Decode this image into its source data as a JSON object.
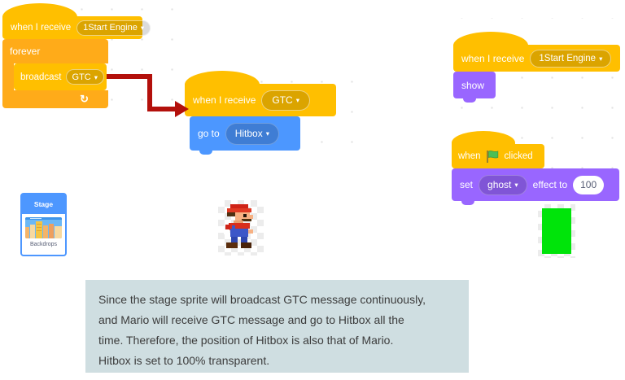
{
  "ui": {
    "caret": "▾",
    "loop_icon": "↻"
  },
  "colors": {
    "events_yellow": "#FFBF00",
    "control_orange": "#FFAB19",
    "looks_purple": "#9966FF",
    "motion_blue": "#4C97FF",
    "flag_green": "#4CBF56",
    "arrow_red": "#B3100B",
    "hitbox_green": "#00E40A",
    "note_bg": "#CFDEE1"
  },
  "scripts": {
    "stage_loop": {
      "when_receive_label": "when I receive",
      "message": "1Start Engine",
      "forever_label": "forever",
      "broadcast_label": "broadcast",
      "broadcast_message": "GTC"
    },
    "mario_goto": {
      "when_receive_label": "when I receive",
      "message": "GTC",
      "goto_label": "go to",
      "goto_target": "Hitbox"
    },
    "mario_show": {
      "when_receive_label": "when I receive",
      "message": "1Start Engine",
      "show_label": "show"
    },
    "hitbox_ghost": {
      "when_label": "when",
      "clicked_label": "clicked",
      "set_label": "set",
      "effect_name": "ghost",
      "effect_to_label": "effect to",
      "effect_value": "100"
    }
  },
  "stage_panel": {
    "title": "Stage",
    "footer": "Backdrops"
  },
  "note": {
    "lines": [
      "Since the stage sprite will broadcast GTC message continuously,",
      "and Mario will receive GTC message and go to Hitbox all the",
      "time. Therefore, the position of Hitbox is also that of Mario.",
      "Hitbox is set to 100% transparent."
    ]
  }
}
